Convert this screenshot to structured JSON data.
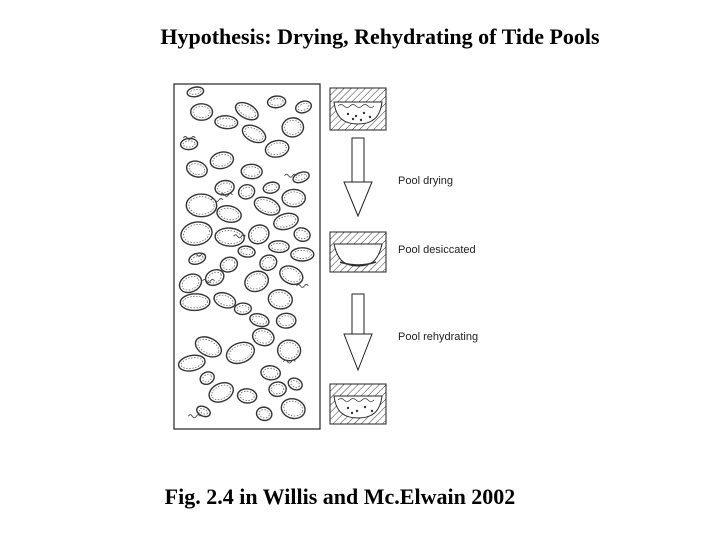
{
  "slide": {
    "title": "Hypothesis: Drying, Rehydrating of Tide Pools",
    "caption": "Fig. 2.4 in Willis and Mc.Elwain 2002"
  },
  "figure": {
    "stages": [
      {
        "label": ""
      },
      {
        "label": "Pool drying"
      },
      {
        "label": "Pool desiccated"
      },
      {
        "label": "Pool rehydrating"
      },
      {
        "label": ""
      }
    ]
  }
}
